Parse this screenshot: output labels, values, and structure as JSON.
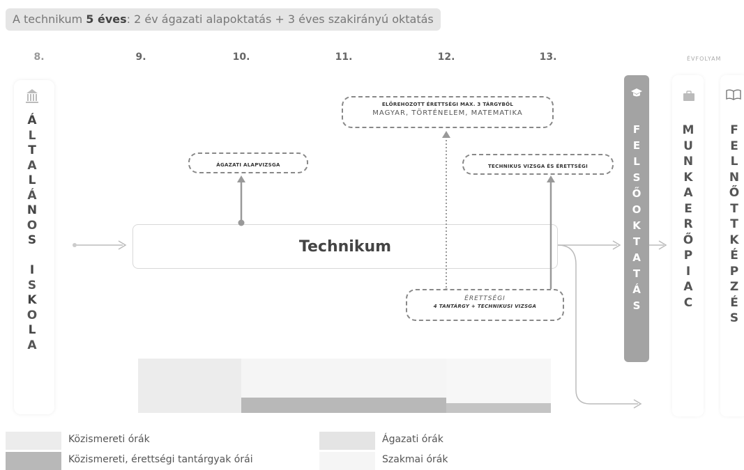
{
  "headline": {
    "prefix": "A technikum ",
    "bold": "5 éves",
    "suffix": ": 2 év ágazati alapoktatás + 3 éves szakirányú oktatás"
  },
  "years": {
    "y8": "8.",
    "y9": "9.",
    "y10": "10.",
    "y11": "11.",
    "y12": "12.",
    "y13": "13.",
    "label": "ÉVFOLYAM"
  },
  "school": {
    "letters": [
      "Á",
      "L",
      "T",
      "A",
      "L",
      "Á",
      "N",
      "O",
      "S",
      "",
      "I",
      "S",
      "K",
      "O",
      "L",
      "A"
    ],
    "icon": "school-building-icon"
  },
  "technikum": {
    "label": "Technikum"
  },
  "boxes": {
    "agazati": "ÁGAZATI ALAPVIZSGA",
    "elorehozott_title": "ELŐREHOZOTT ÉRETTSÉGI MAX. 3 TÁRGYBÓL",
    "elorehozott_subjects": "MAGYAR, TÖRTÉNELEM, MATEMATIKA",
    "technikus": "TECHNIKUS VIZSGA ÉS ÉRETTSÉGI",
    "erettsegi_title": "ÉRETTSÉGI",
    "erettsegi_sub": "4 TANTÁRGY + TECHNIKUSI VIZSGA"
  },
  "felsooktatas": {
    "letters": [
      "F",
      "E",
      "L",
      "S",
      "Ő",
      "O",
      "K",
      "T",
      "A",
      "T",
      "Á",
      "S"
    ],
    "icon": "graduation-cap-icon"
  },
  "munkaeropiac": {
    "letters": [
      "M",
      "U",
      "N",
      "K",
      "A",
      "E",
      "R",
      "Ő",
      "P",
      "I",
      "A",
      "C"
    ],
    "icon": "briefcase-icon"
  },
  "felnottkepzes": {
    "letters": [
      "F",
      "E",
      "L",
      "N",
      "Ő",
      "T",
      "T",
      "K",
      "É",
      "P",
      "Z",
      "É",
      "S"
    ],
    "icon": "open-book-icon"
  },
  "legend": {
    "kozismereti": "Közismereti órák",
    "kozismereti_erettsegi": "Közismereti, érettségi tantárgyak órái",
    "agazati": "Ágazati órák",
    "szakmai": "Szakmai órák"
  },
  "colors": {
    "kozismereti": "#ececec",
    "kozismereti_erettsegi": "#b8b8b8",
    "agazati": "#e4e4e4",
    "szakmai": "#f5f5f5",
    "connector": "#bbbbbb",
    "dark_connector": "#888888"
  }
}
